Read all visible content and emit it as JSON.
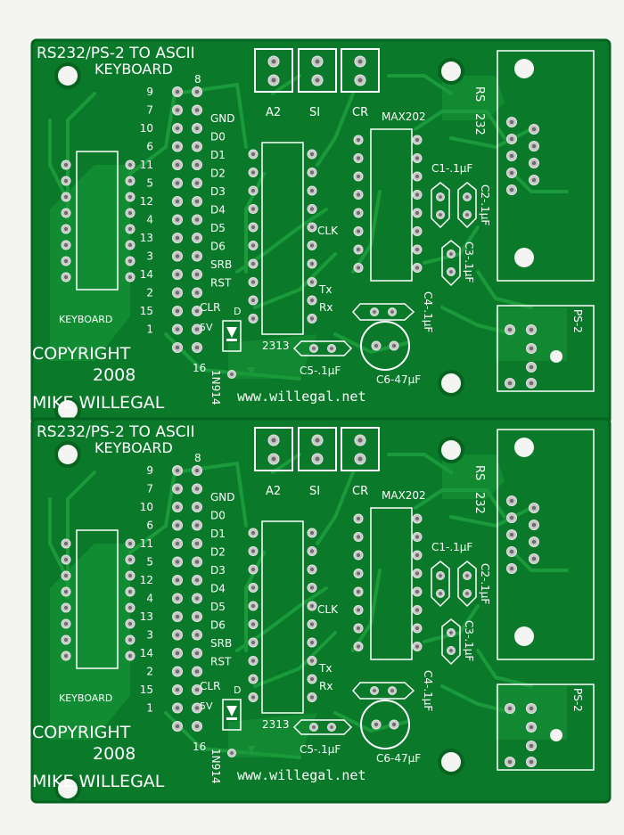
{
  "board": {
    "colors": {
      "background": "#f4f4f2",
      "board": "#0a7a2a",
      "board_edge": "#066420",
      "trace": "#1a9a3a",
      "silkscreen": "#ffffff",
      "pad": "#c8c8c8",
      "hole": "#f4f4f2"
    },
    "title_line1": "RS232/PS-2 TO ASCII",
    "title_line2": "KEYBOARD",
    "copyright": "COPYRIGHT",
    "year": "2008",
    "author": "MIKE WILLEGAL",
    "website": "www.willegal.net",
    "label_keyboard": "KEYBOARD",
    "label_a2": "A2",
    "label_si": "SI",
    "label_cr": "CR",
    "label_max202": "MAX202",
    "label_rs": "RS",
    "label_232": "232",
    "label_ps2": "PS-2",
    "label_2313": "2313",
    "label_1n914": "1N914",
    "label_clk": "CLK",
    "label_tx": "Tx",
    "label_rx": "Rx",
    "label_d": "D",
    "label_5v": "5V",
    "label_clr": "CLR",
    "caps": {
      "c1": "C1-.1µF",
      "c2": "C2-.1µF",
      "c3": "C3-.1µF",
      "c4": "C4-.1µF",
      "c5": "C5-.1µF",
      "c6": "C6-47µF"
    },
    "pin_numbers_left": [
      "9",
      "7",
      "10",
      "6",
      "11",
      "5",
      "12",
      "4",
      "13",
      "3",
      "14",
      "2",
      "15",
      "1"
    ],
    "pin_number_8": "8",
    "pin_number_16": "16",
    "pin_labels_right": [
      "GND",
      "D0",
      "D1",
      "D2",
      "D3",
      "D4",
      "D5",
      "D6",
      "SRB",
      "RST"
    ]
  }
}
